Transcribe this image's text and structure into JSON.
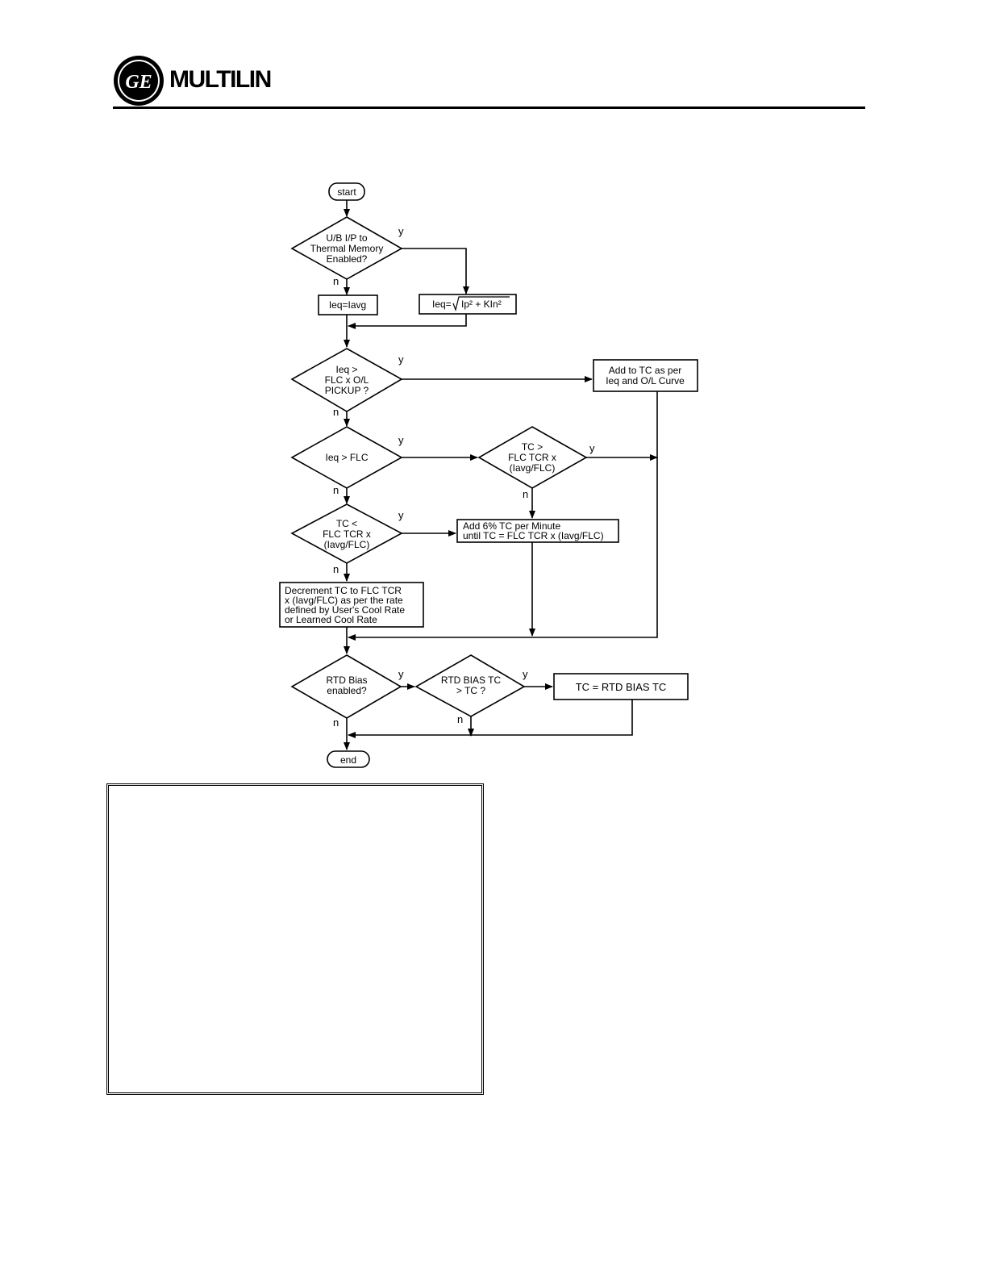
{
  "header": {
    "brand_name": "MULTILIN",
    "logo_text": "GE"
  },
  "flowchart": {
    "start": "start",
    "end": "end",
    "decision_ub": [
      "U/B I/P to",
      "Thermal Memory",
      "Enabled?"
    ],
    "process_ieq_iavg": "Ieq=Iavg",
    "process_ieq_sqrt_prefix": "Ieq=",
    "process_ieq_sqrt_body": "Ip² + KIn²",
    "decision_pickup": [
      "Ieq >",
      "FLC x O/L",
      "PICKUP ?"
    ],
    "process_add_tc_curve": [
      "Add to TC as per",
      "Ieq and O/L Curve"
    ],
    "decision_ieq_flc": "Ieq > FLC",
    "decision_tc_gt": [
      "TC >",
      "FLC TCR x",
      "(Iavg/FLC)"
    ],
    "decision_tc_lt": [
      "TC <",
      "FLC TCR x",
      "(Iavg/FLC)"
    ],
    "process_add_6pct": [
      "Add 6% TC per Minute",
      "until TC = FLC TCR x (Iavg/FLC)"
    ],
    "process_decrement": [
      "Decrement TC to FLC TCR",
      "x (Iavg/FLC) as per the rate",
      "defined by User's Cool Rate",
      "or Learned Cool Rate"
    ],
    "decision_rtd_bias": [
      "RTD Bias",
      "enabled?"
    ],
    "decision_rtd_tc": [
      "RTD BIAS TC",
      "> TC ?"
    ],
    "process_rtd_tc": "TC = RTD BIAS TC",
    "yes": "y",
    "no": "n"
  },
  "note_box": {}
}
